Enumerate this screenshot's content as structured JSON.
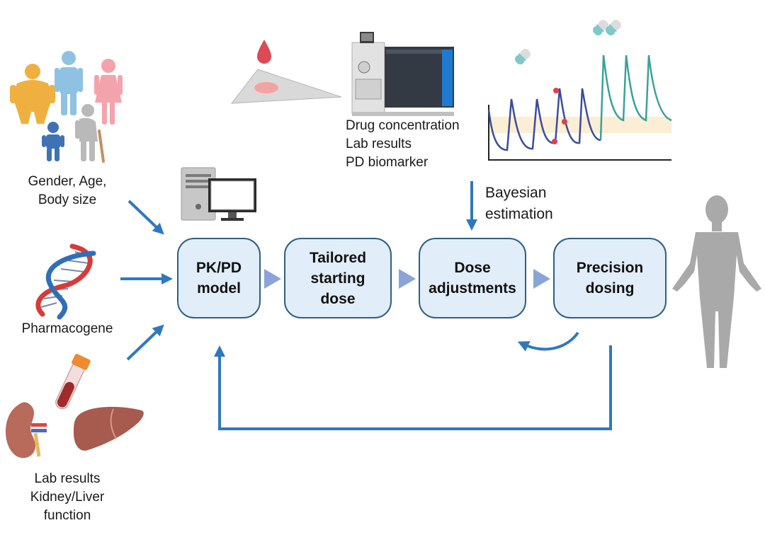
{
  "factors": {
    "demographics": [
      "Gender, Age,",
      "Body size"
    ],
    "pharmacogene": "Pharmacogene",
    "lab": [
      "Lab results",
      "Kidney/Liver",
      "function"
    ]
  },
  "monitoring": [
    "Drug concentration",
    "Lab results",
    "PD biomarker"
  ],
  "bayesian": [
    "Bayesian",
    "estimation"
  ],
  "steps": [
    {
      "label": "PK/PD\nmodel"
    },
    {
      "label": "Tailored\nstarting\ndose"
    },
    {
      "label": "Dose\nadjustments"
    },
    {
      "label": "Precision\ndosing"
    }
  ],
  "colors": {
    "arrow": "#2f78c0",
    "box_fill": "#e1edf9",
    "box_border": "#2f5f86",
    "chevron": "#8aa4d9",
    "person": "#a9a9a9",
    "trough_curve": "#3a4d9c",
    "peak_curve": "#3aa19a",
    "target_band": "#fbeed5",
    "sample_point": "#d94444"
  },
  "icons": [
    "people-icon",
    "computer-icon",
    "blood-slide-icon",
    "mass-spectrometer-icon",
    "capsule-icon",
    "concentration-graph-icon",
    "dna-icon",
    "blood-tube-icon",
    "kidney-icon",
    "liver-icon",
    "human-body-icon"
  ]
}
